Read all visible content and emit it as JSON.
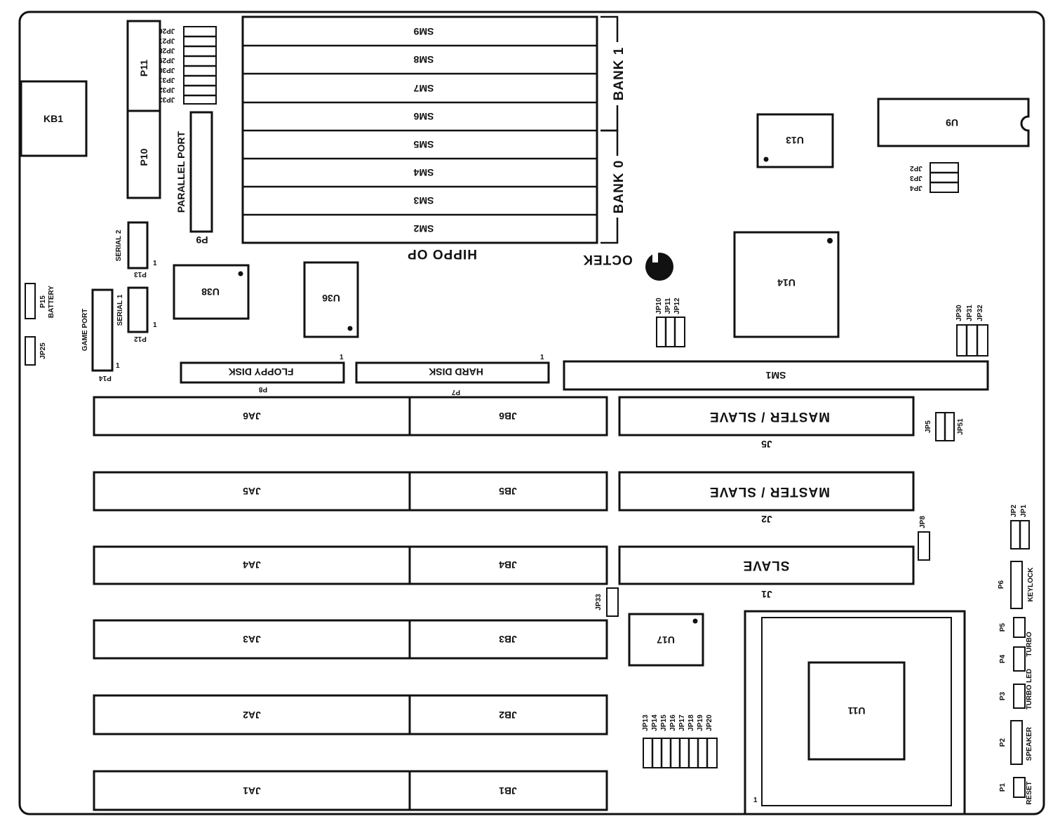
{
  "board": {
    "brand": "OCTEK",
    "model": "HIPPO OP",
    "bank_1": "BANK 1",
    "bank_0": "BANK 0"
  },
  "memory": {
    "simms": [
      "SM9",
      "SM8",
      "SM7",
      "SM6",
      "SM5",
      "SM4",
      "SM3",
      "SM2"
    ],
    "sm1": "SM1"
  },
  "chips": {
    "u13": "U13",
    "u9": "U9",
    "u14": "U14",
    "u11": "U11",
    "u17": "U17",
    "u38": "U38",
    "u36": "U36",
    "kb1": "KB1"
  },
  "ports": {
    "p11": "P11",
    "p10": "P10",
    "parallel_port": "PARALLEL PORT",
    "p9": "P9",
    "serial_2": "SERIAL 2",
    "p13": "P13",
    "serial_1": "SERIAL 1",
    "p12": "P12",
    "game_port": "GAME PORT",
    "p14": "P14",
    "battery": "BATTERY",
    "p15": "P15",
    "jp25": "JP25",
    "floppy_disk": "FLOPPY DISK",
    "p8": "P8",
    "hard_disk": "HARD DISK",
    "p7": "P7"
  },
  "slots": {
    "j5": {
      "text": "MASTER / SLAVE",
      "ref": "J5"
    },
    "j2": {
      "text": "MASTER / SLAVE",
      "ref": "J2"
    },
    "j1": {
      "text": "SLAVE",
      "ref": "J1"
    },
    "jb": [
      "JB6",
      "JB5",
      "JB4",
      "JB3",
      "JB2",
      "JB1"
    ],
    "ja": [
      "JA6",
      "JA5",
      "JA4",
      "JA3",
      "JA2",
      "JA1"
    ]
  },
  "jumpers": {
    "jp5": "JP5",
    "jp51": "JP51",
    "jp8": "JP8",
    "jp2": "JP2",
    "jp1": "JP1",
    "jp33": "JP33",
    "jp10_group": [
      "JP10",
      "JP11",
      "JP12"
    ],
    "jp30_group": [
      "JP30",
      "JP31",
      "JP32"
    ],
    "top_right_group": [
      "JP2",
      "JP3",
      "JP4"
    ],
    "top_left_group": [
      "JP26",
      "JP27",
      "JP28",
      "JP29",
      "JP30",
      "JP31",
      "JP32",
      "JP33"
    ],
    "bottom_group": [
      "JP13",
      "JP14",
      "JP15",
      "JP16",
      "JP17",
      "JP18",
      "JP19",
      "JP20"
    ]
  },
  "front_panel": {
    "p6": "P6",
    "keylock": "KEYLOCK",
    "p5": "P5",
    "p4": "P4",
    "turbo": "TURBO",
    "p3": "P3",
    "turbo_led": "TURBO LED",
    "p2": "P2",
    "speaker": "SPEAKER",
    "p1": "P1",
    "reset": "RESET"
  },
  "pin_one": "1"
}
